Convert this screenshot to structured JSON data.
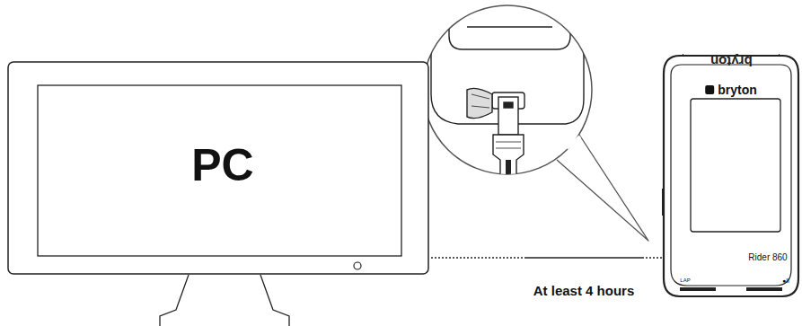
{
  "diagram": {
    "nodes": [
      {
        "text": [
          "PC"
        ]
      },
      {
        "text": [
          "bryton",
          "Rider 860",
          "LAP",
          "●II"
        ]
      }
    ],
    "edges": [
      {
        "from": 0,
        "to": 1,
        "arrow": "none",
        "label": "At least 4 hours"
      }
    ],
    "labels": [
      "bryton"
    ]
  }
}
